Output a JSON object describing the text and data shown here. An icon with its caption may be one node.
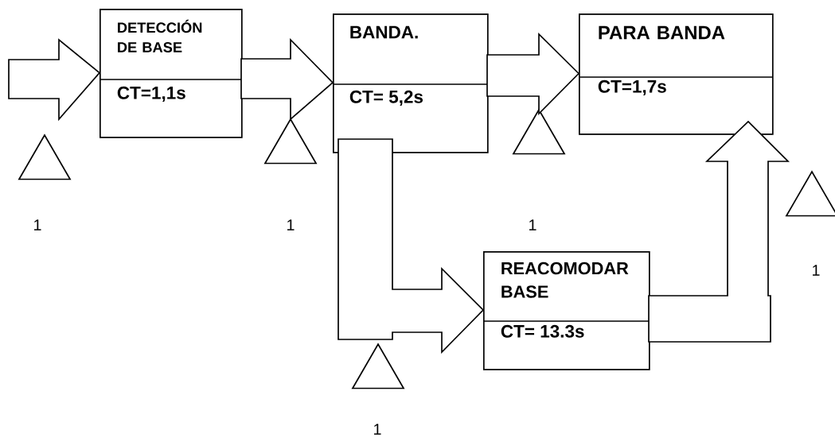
{
  "diagram": {
    "nodes": [
      {
        "text": [
          "DETECCIÓN DE BASE",
          "CT=1,1s"
        ]
      },
      {
        "text": [
          "BANDA.",
          "CT= 5,2s"
        ]
      },
      {
        "text": [
          "PARA BANDA",
          "CT=1,7s"
        ]
      },
      {
        "text": [
          "REACOMODAR BASE",
          "CT= 13.3s"
        ]
      },
      {
        "text": [],
        "shape": "triangle"
      },
      {
        "text": [],
        "shape": "triangle"
      },
      {
        "text": [],
        "shape": "triangle"
      },
      {
        "text": [],
        "shape": "triangle"
      },
      {
        "text": [],
        "shape": "triangle"
      }
    ],
    "labels": [
      "1",
      "1",
      "1",
      "1",
      "1"
    ],
    "edges": [
      {
        "from": null,
        "to": 0,
        "arrow": "to"
      },
      {
        "from": 0,
        "to": 1,
        "arrow": "to"
      },
      {
        "from": 1,
        "to": 2,
        "arrow": "to"
      },
      {
        "from": 1,
        "to": 3,
        "arrow": "to"
      },
      {
        "from": 3,
        "to": 2,
        "arrow": "to"
      }
    ]
  }
}
